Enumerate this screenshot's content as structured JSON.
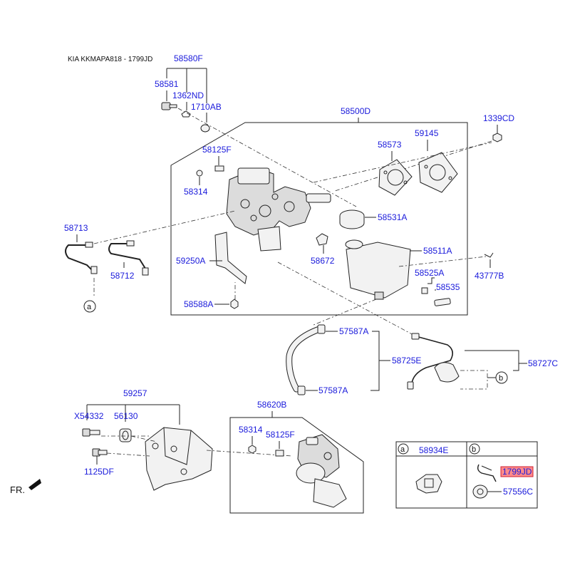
{
  "header": {
    "title": "KIA KKMAPA818 - 1799JD"
  },
  "direction_label": "FR.",
  "parts": {
    "p58580F": "58580F",
    "p58581": "58581",
    "p1362ND": "1362ND",
    "p1710AB": "1710AB",
    "p58500D": "58500D",
    "p1339CD": "1339CD",
    "p58125F_top": "58125F",
    "p58314_top": "58314",
    "p58573": "58573",
    "p59145": "59145",
    "p58531A": "58531A",
    "p58713": "58713",
    "p58712": "58712",
    "p59250A": "59250A",
    "p58672": "58672",
    "p58511A": "58511A",
    "p43777B": "43777B",
    "p58525A": "58525A",
    "p58535": "58535",
    "p58588A": "58588A",
    "p57587A_top": "57587A",
    "p58725E": "58725E",
    "p58727C": "58727C",
    "p57587A_bot": "57587A",
    "p59257": "59257",
    "pX54332": "X54332",
    "p56130": "56130",
    "p1125DF": "1125DF",
    "p58620B": "58620B",
    "p58314_bot": "58314",
    "p58125F_bot": "58125F",
    "p58934E": "58934E",
    "p1799JD": "1799JD",
    "p57556C": "57556C"
  },
  "callouts": {
    "a": "a",
    "b": "b"
  },
  "highlight_color": "#ff8a8a",
  "label_color": "#1a1adb"
}
